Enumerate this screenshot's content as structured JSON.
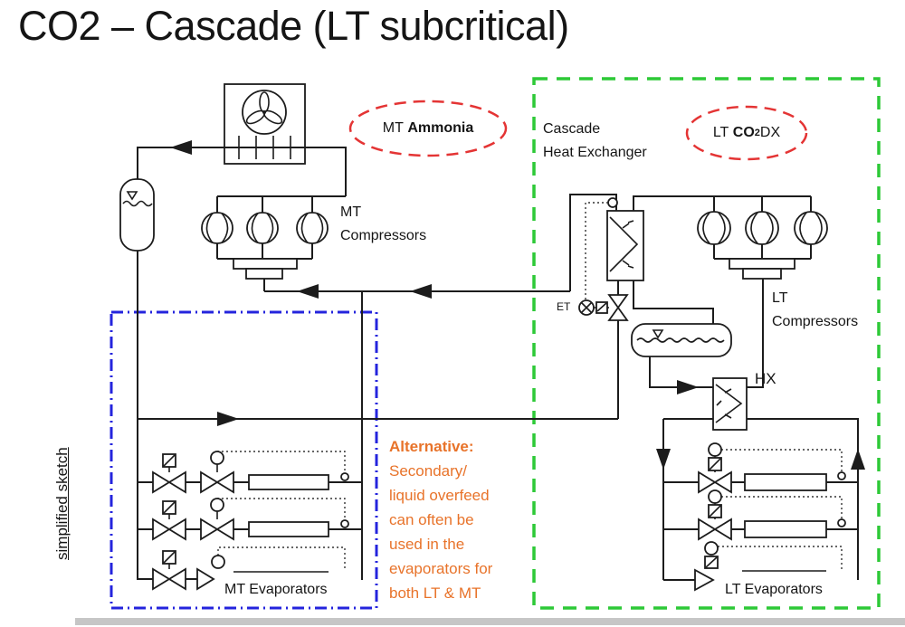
{
  "title": "CO2 – Cascade (LT subcritical)",
  "colors": {
    "line": "#1c1c1c",
    "green_box": "#2dc937",
    "blue_box": "#2424dd",
    "red_ellipse": "#e43434",
    "orange_note": "#e8732a",
    "footer_bar": "#c6c6c6"
  },
  "labels": {
    "mt_ammonia": {
      "prefix": "MT ",
      "bold": "Ammonia"
    },
    "lt_co2_dx": {
      "prefix": "LT ",
      "bold": "CO",
      "sub": "2",
      "suffix": " DX"
    },
    "cascade_heat_exchanger": "Cascade\nHeat Exchanger",
    "mt_compressors": "MT\nCompressors",
    "lt_compressors": "LT\nCompressors",
    "hx": "HX",
    "et": "ET",
    "mt_evaporators": "MT Evaporators",
    "lt_evaporators": "LT Evaporators",
    "simplified_sketch": "simplified sketch"
  },
  "note": {
    "heading": "Alternative:",
    "body": "Secondary/\nliquid overfeed\ncan often be\nused in the\nevaporators for\nboth LT & MT"
  }
}
